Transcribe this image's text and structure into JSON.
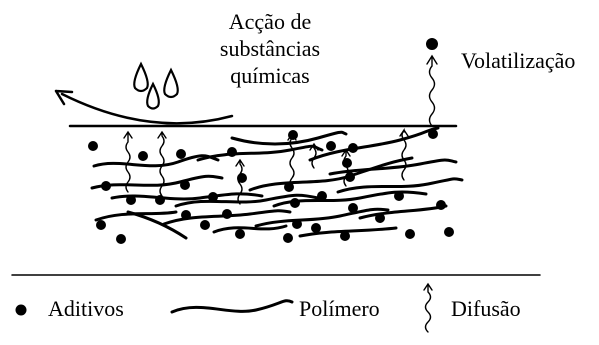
{
  "labels": {
    "chemical_action_line1": "Acção de",
    "chemical_action_line2": "substâncias",
    "chemical_action_line3": "químicas",
    "volatilization": "Volatilização"
  },
  "legend": {
    "additives": "Aditivos",
    "polymer": "Polímero",
    "diffusion": "Difusão"
  },
  "colors": {
    "ink": "#000000",
    "background": "#ffffff"
  }
}
